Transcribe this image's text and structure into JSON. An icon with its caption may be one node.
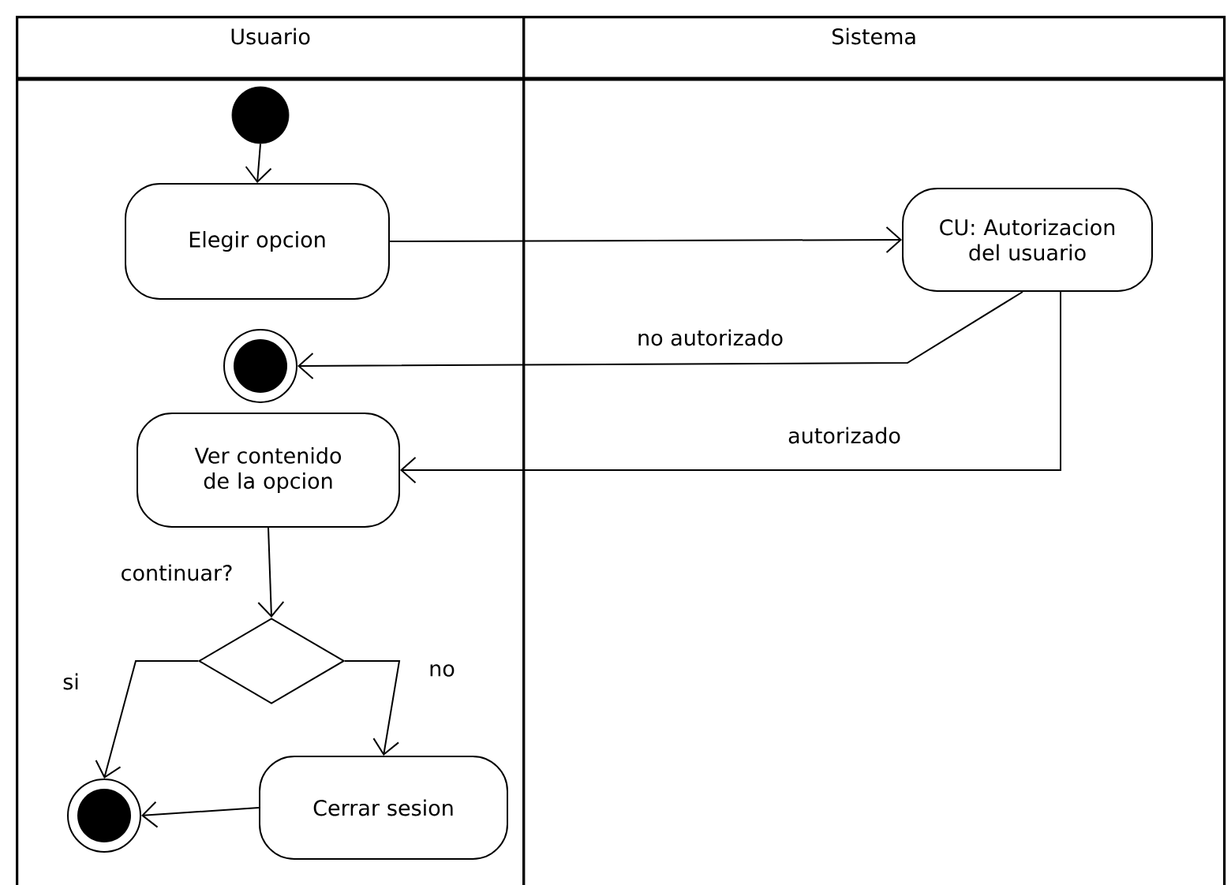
{
  "diagram": {
    "nodes": [
      {
        "text": [
          "Usuario"
        ]
      },
      {
        "text": [
          "Sistema"
        ]
      },
      {
        "text": [],
        "shape": "circle",
        "in": 0
      },
      {
        "text": [
          "Elegir opcion"
        ],
        "in": 0
      },
      {
        "text": [],
        "shape": "circle",
        "in": 0
      },
      {
        "text": [
          "Ver contenido de la opcion"
        ],
        "in": 0
      },
      {
        "text": [],
        "shape": "diamond",
        "in": 0
      },
      {
        "text": [],
        "shape": "circle",
        "in": 0
      },
      {
        "text": [
          "Cerrar sesion"
        ],
        "in": 0
      },
      {
        "text": [
          "CU: Autorizacion del usuario"
        ],
        "in": 1
      }
    ],
    "edges": [
      {
        "from": 2,
        "to": 3,
        "arrow": "to"
      },
      {
        "from": 3,
        "to": 9,
        "arrow": "to"
      },
      {
        "from": 9,
        "to": 4,
        "arrow": "to",
        "label": "no autorizado"
      },
      {
        "from": 9,
        "to": 5,
        "arrow": "to",
        "label": "autorizado"
      },
      {
        "from": 5,
        "to": 6,
        "arrow": "to",
        "label": "continuar?"
      },
      {
        "from": 6,
        "to": 7,
        "arrow": "to",
        "label": "si"
      },
      {
        "from": 6,
        "to": 8,
        "arrow": "to",
        "label": "no"
      },
      {
        "from": 8,
        "to": 7,
        "arrow": "to"
      }
    ]
  }
}
